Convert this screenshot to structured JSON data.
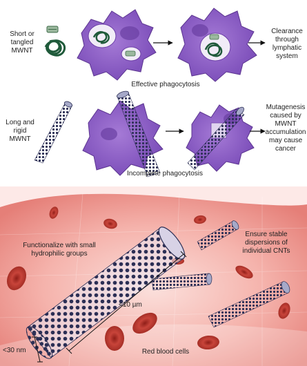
{
  "top": {
    "row1": {
      "input_label": "Short or tangled MWNT",
      "caption": "Effective phagocytosis",
      "outcome": "Clearance through lymphatic system"
    },
    "row2": {
      "input_label": "Long and rigid MWNT",
      "caption": "Incomplete phagocytosis",
      "outcome": "Mutagenesis caused by MWNT accumulation may cause cancer"
    }
  },
  "bottom": {
    "functionalize": "Functionalize with small hydrophilic groups",
    "dispersion": "Ensure stable dispersions of individual CNTs",
    "length": "<10 µm",
    "diameter": "<30 nm",
    "rbc": "Red blood cells"
  },
  "colors": {
    "cell": "#8c5ec4",
    "cell_dark": "#6d3fa8",
    "tangled": "#1f5a3a",
    "tube_dot": "#2c2f55",
    "vessel": "#f4a9a4",
    "rbc": "#c63a32"
  }
}
